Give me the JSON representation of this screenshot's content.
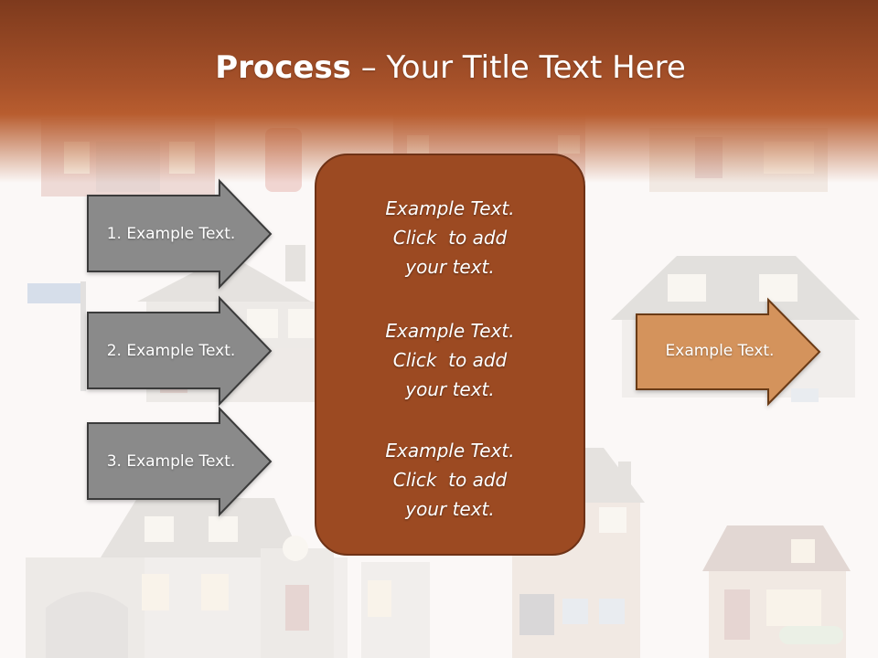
{
  "title": {
    "bold": "Process",
    "rest": " – Your Title Text Here"
  },
  "left_steps": [
    {
      "label": "1. Example Text."
    },
    {
      "label": "2. Example Text."
    },
    {
      "label": "3. Example Text."
    }
  ],
  "center_blocks": [
    {
      "lines": [
        "Example Text.",
        "Click  to add",
        "your text."
      ]
    },
    {
      "lines": [
        "Example Text.",
        "Click  to add",
        "your text."
      ]
    },
    {
      "lines": [
        "Example Text.",
        "Click  to add",
        "your text."
      ]
    }
  ],
  "right_step": {
    "label": "Example Text."
  },
  "colors": {
    "title_band": "#a8522a",
    "center_box": "#9c4a22",
    "gray_arrow": "#8a8a8a",
    "orange_arrow": "#d4935c"
  }
}
